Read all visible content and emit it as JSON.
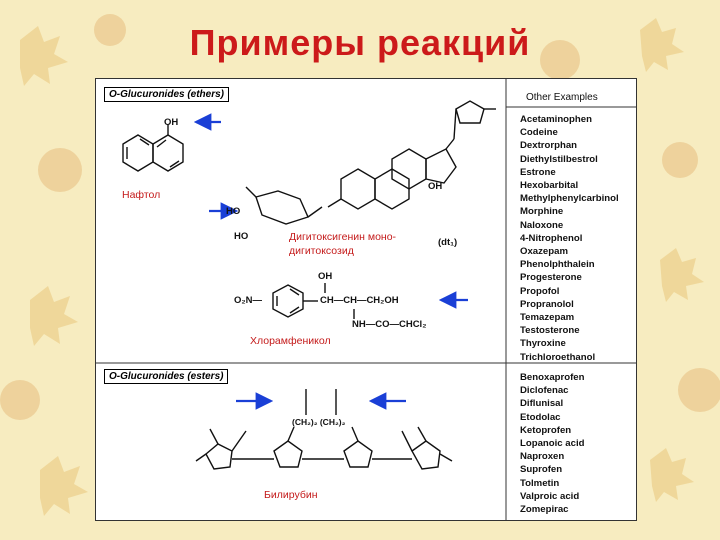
{
  "title": "Примеры реакций",
  "ethers": {
    "header": "O-Glucuronides (ethers)",
    "list_header": "Other Examples",
    "examples": [
      "Acetaminophen",
      "Codeine",
      "Dextrorphan",
      "Diethylstilbestrol",
      "Estrone",
      "Hexobarbital",
      "Methylphenylcarbinol",
      "Morphine",
      "Naloxone",
      "4-Nitrophenol",
      "Oxazepam",
      "Phenolphthalein",
      "Progesterone",
      "Propofol",
      "Propranolol",
      "Temazepam",
      "Testosterone",
      "Thyroxine",
      "Trichloroethanol"
    ],
    "naphthol": {
      "label": "Нафтол",
      "oh": "OH"
    },
    "digitoxin": {
      "label_line1": "Дигитоксигенин моно-",
      "label_line2": "дигитоксозид",
      "note": "(dt₁)",
      "oh_ring": "OH",
      "ho1": "HO",
      "ho2": "HO"
    },
    "chloramphenicol": {
      "label": "Хлорамфеникол",
      "no2": "O₂N—",
      "oh": "OH",
      "ch_chain": "CH—CH—CH₂OH",
      "nh_group": "NH—CO—CHCl₂"
    }
  },
  "esters": {
    "header": "O-Glucuronides (esters)",
    "examples": [
      "Benoxaprofen",
      "Diclofenac",
      "Diflunisal",
      "Etodolac",
      "Ketoprofen",
      "Lopanoic acid",
      "Naproxen",
      "Suprofen",
      "Tolmetin",
      "Valproic acid",
      "Zomepirac"
    ],
    "bilirubin": {
      "label": "Билирубин",
      "chain": "(CH₂)₂ (CH₂)₂"
    }
  },
  "colors": {
    "title": "#cc1a1a",
    "arrow": "#1a3fd6",
    "compound_label": "#c41a1a"
  }
}
